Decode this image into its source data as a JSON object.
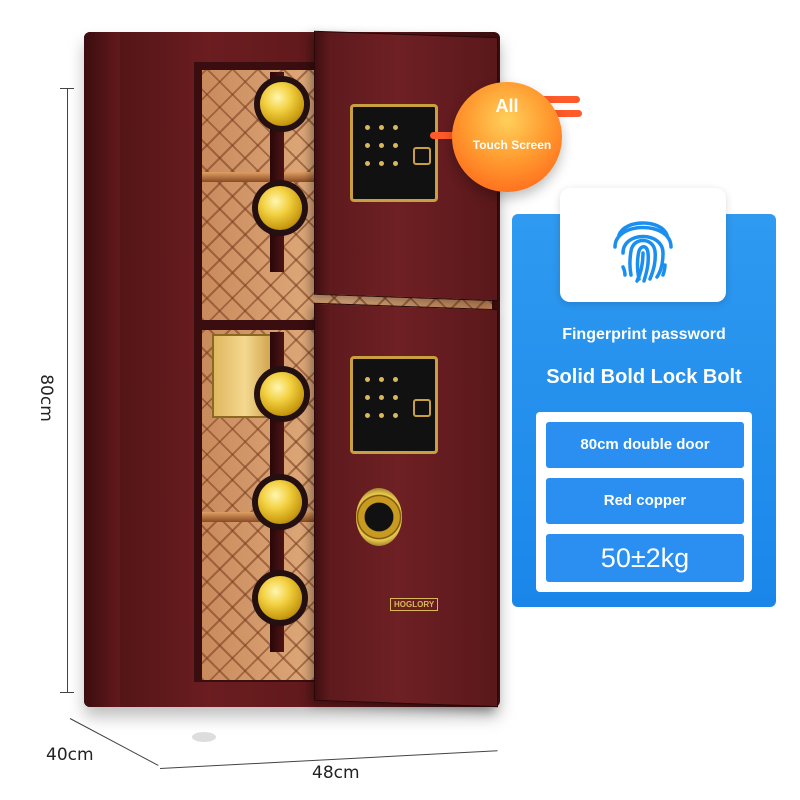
{
  "dimensions": {
    "height_label": "80cm",
    "depth_label": "40cm",
    "width_label": "48cm"
  },
  "badge": {
    "title": "All",
    "subtitle": "Touch Screen",
    "color": "#ff5a14"
  },
  "features": {
    "fingerprint_label": "Fingerprint password",
    "lock_label": "Solid Bold Lock Bolt",
    "specs": [
      "80cm double door",
      "Red copper",
      "50±2kg"
    ],
    "panel_color": "#1a86ea",
    "icon": "fingerprint-icon"
  },
  "safe": {
    "brand": "HOGLORY",
    "body_color": "#6b1d20",
    "bolt_color": "#f2d040"
  }
}
